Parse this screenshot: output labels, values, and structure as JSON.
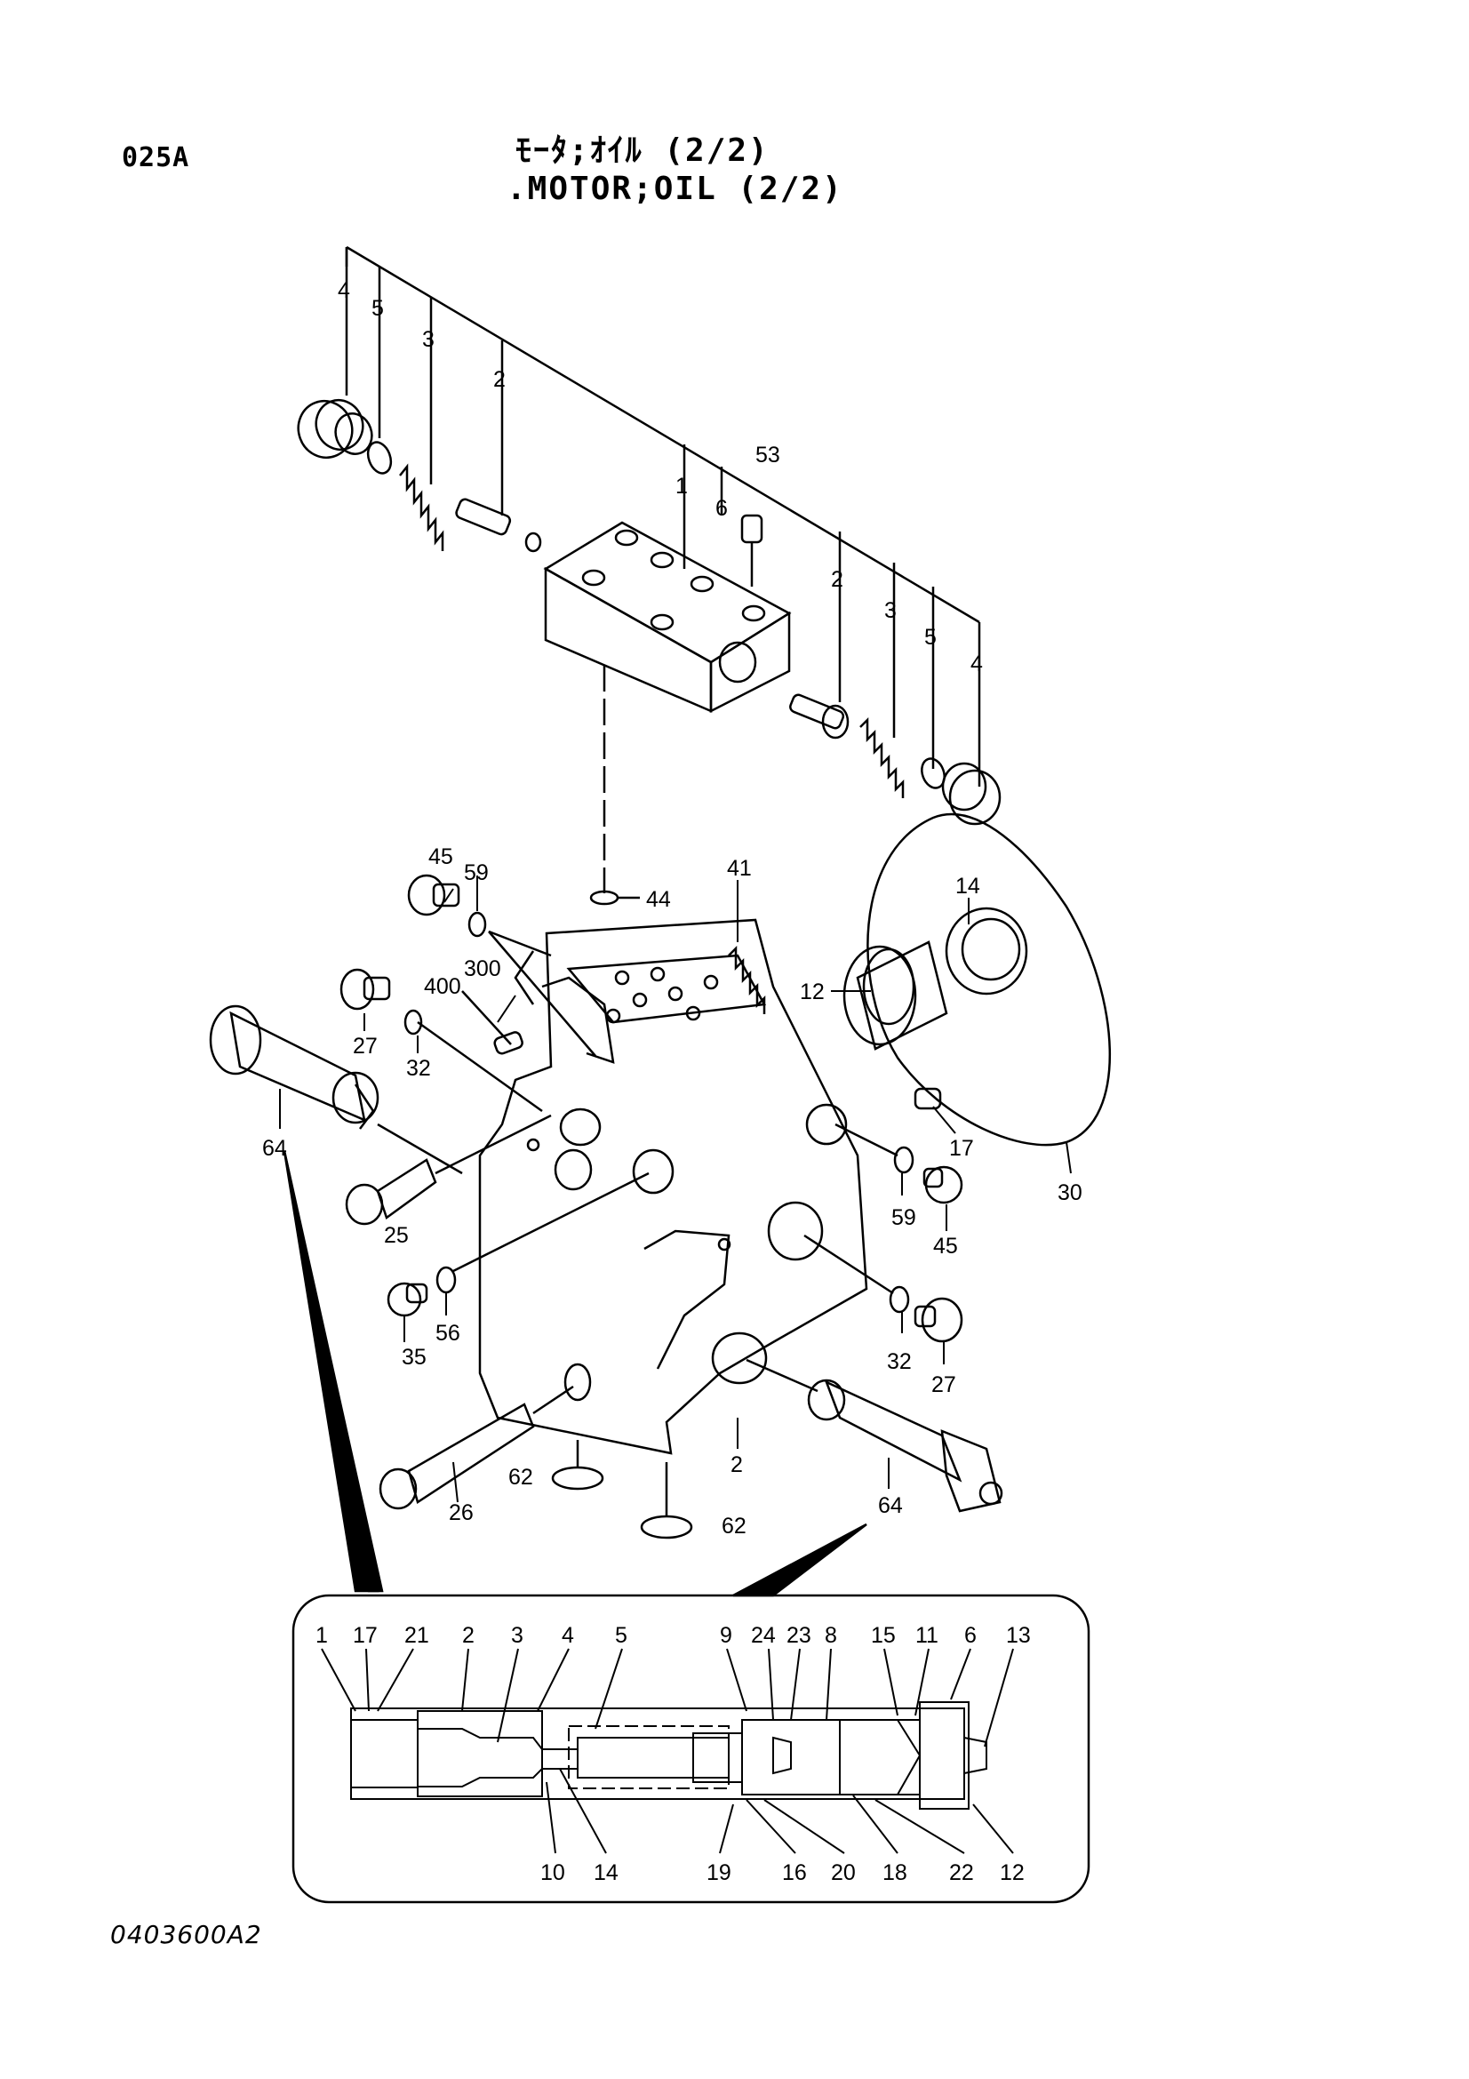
{
  "header": {
    "page_code": "025A",
    "title_jp": "ﾓｰﾀ;ｵｲﾙ (2/2)",
    "title_en": ".MOTOR;OIL (2/2)"
  },
  "footer": {
    "drawing_number": "0403600A2"
  },
  "labels": {
    "top_4": "4",
    "top_5": "5",
    "top_3": "3",
    "top_2": "2",
    "top_1": "1",
    "top_53": "53",
    "top_6": "6",
    "right_2": "2",
    "right_3": "3",
    "right_5": "5",
    "right_4": "4",
    "l_45": "45",
    "l_59": "59",
    "l_41": "41",
    "l_44": "44",
    "l_300": "300",
    "l_400": "400",
    "l_27": "27",
    "l_32": "32",
    "l_14": "14",
    "l_12": "12",
    "l_17": "17",
    "l_59b": "59",
    "l_45b": "45",
    "l_30": "30",
    "l_64": "64",
    "l_25": "25",
    "l_56": "56",
    "l_35": "35",
    "l_32b": "32",
    "l_27b": "27",
    "l_2": "2",
    "l_62": "62",
    "l_62b": "62",
    "l_26": "26",
    "l_64b": "64"
  },
  "detail": {
    "top_labels": [
      "1",
      "17",
      "21",
      "2",
      "3",
      "4",
      "5",
      "9",
      "24",
      "23",
      "8",
      "15",
      "11",
      "6",
      "13"
    ],
    "bottom_labels": [
      "10",
      "14",
      "19",
      "16",
      "20",
      "18",
      "22",
      "12"
    ]
  }
}
